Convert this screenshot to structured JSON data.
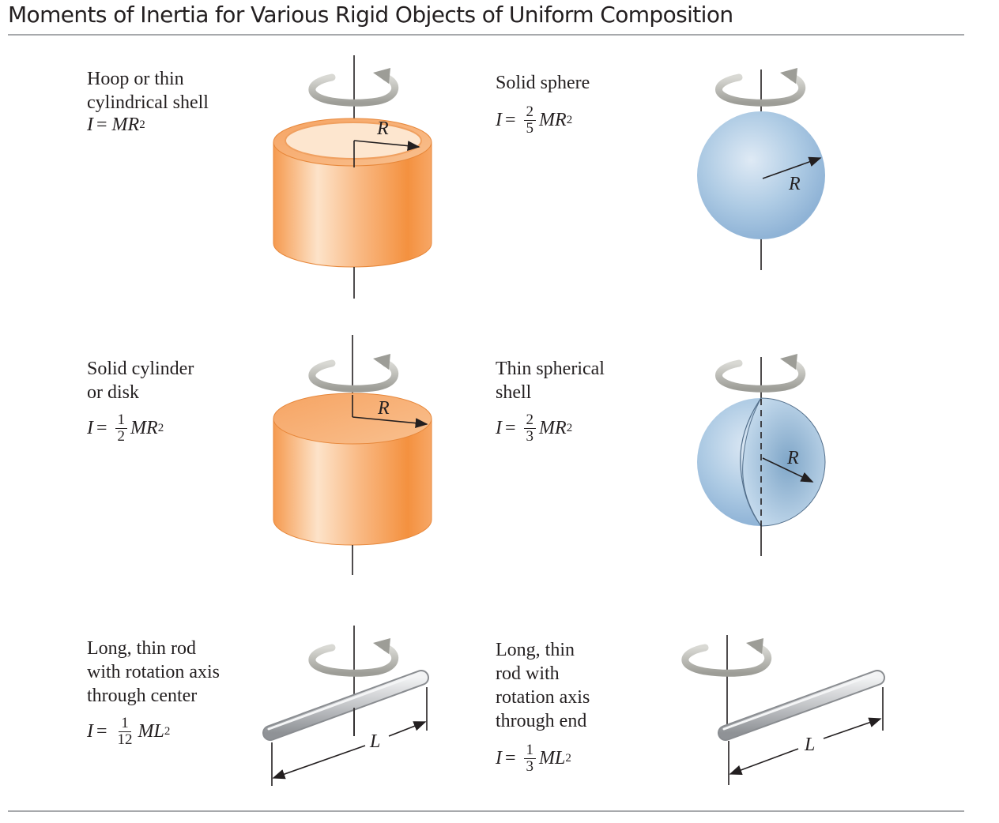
{
  "title": "Moments of Inertia for Various Rigid Objects of Uniform Composition",
  "objects": [
    {
      "name_lines": [
        "Hoop or thin",
        "cylindrical shell"
      ],
      "formula": {
        "lhs": "I",
        "eq": "=",
        "num": "",
        "den": "",
        "mass": "M",
        "dim": "R",
        "exp": "2"
      },
      "dim_label": "R"
    },
    {
      "name_lines": [
        "Solid sphere"
      ],
      "formula": {
        "lhs": "I",
        "eq": "=",
        "num": "2",
        "den": "5",
        "mass": "M",
        "dim": "R",
        "exp": "2"
      },
      "dim_label": "R"
    },
    {
      "name_lines": [
        "Solid cylinder",
        "or disk"
      ],
      "formula": {
        "lhs": "I",
        "eq": "=",
        "num": "1",
        "den": "2",
        "mass": "M",
        "dim": "R",
        "exp": "2"
      },
      "dim_label": "R"
    },
    {
      "name_lines": [
        "Thin spherical",
        "shell"
      ],
      "formula": {
        "lhs": "I",
        "eq": "=",
        "num": "2",
        "den": "3",
        "mass": "M",
        "dim": "R",
        "exp": "2"
      },
      "dim_label": "R"
    },
    {
      "name_lines": [
        "Long, thin rod",
        "with rotation axis",
        "through center"
      ],
      "formula": {
        "lhs": "I",
        "eq": "=",
        "num": "1",
        "den": "12",
        "mass": "M",
        "dim": "L",
        "exp": "2"
      },
      "dim_label": "L"
    },
    {
      "name_lines": [
        "Long, thin",
        "rod with",
        "rotation axis",
        "through end"
      ],
      "formula": {
        "lhs": "I",
        "eq": "=",
        "num": "1",
        "den": "3",
        "mass": "M",
        "dim": "L",
        "exp": "2"
      },
      "dim_label": "L"
    }
  ],
  "colors": {
    "orange": "#f7a35c",
    "blue": "#a9c6e2",
    "rod": "#b7b9bc",
    "arrow": "#b9b9b4",
    "rule": "#a7a9ac"
  }
}
